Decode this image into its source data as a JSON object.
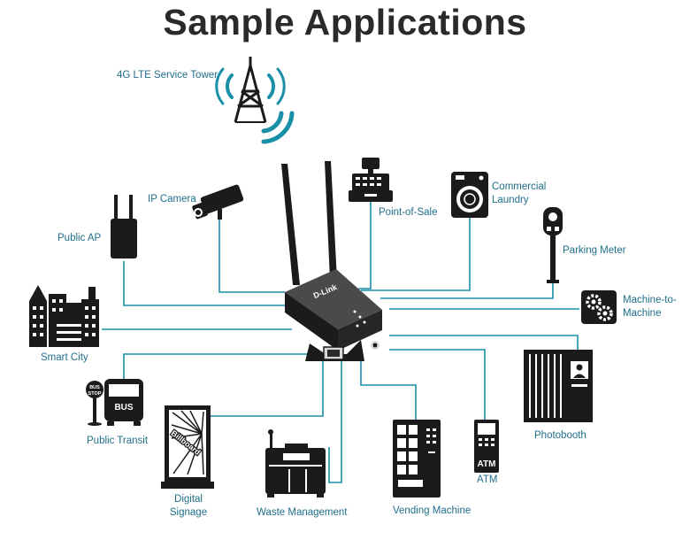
{
  "title": "Sample Applications",
  "colors": {
    "line": "#1a8fa8",
    "icon": "#1b1b1b",
    "label": "#1f6f8b"
  },
  "device": {
    "brand": "D-Link"
  },
  "labels": {
    "tower": "4G LTE Service Tower",
    "ip_camera": "IP Camera",
    "public_ap": "Public AP",
    "pos": "Point-of-Sale",
    "laundry_1": "Commercial",
    "laundry_2": "Laundry",
    "parking": "Parking Meter",
    "m2m_1": "Machine-to-",
    "m2m_2": "Machine",
    "smart_city": "Smart City",
    "transit": "Public Transit",
    "bus_stop_1": "BUS",
    "bus_stop_2": "STOP",
    "bus_sign": "BUS",
    "signage_1": "Digital",
    "signage_2": "Signage",
    "billboard": "Billboard",
    "waste": "Waste Management",
    "vending": "Vending Machine",
    "atm": "ATM",
    "atm_screen": "ATM",
    "photobooth": "Photobooth"
  }
}
